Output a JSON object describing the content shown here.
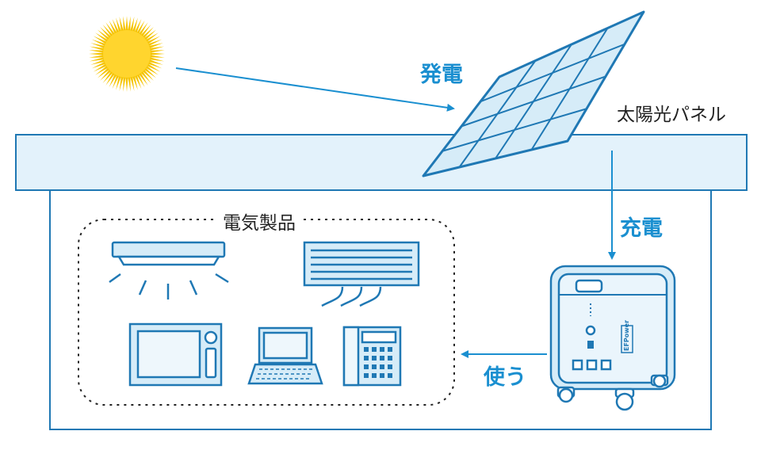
{
  "labels": {
    "generate": "発電",
    "solar_panel": "太陽光パネル",
    "charge": "充電",
    "use": "使う",
    "appliances": "電気製品"
  },
  "brand": "EFPower",
  "colors": {
    "outline": "#1f78b4",
    "fill": "#dceffa",
    "label": "#1a8fd0",
    "sun": "#f5c400"
  },
  "icons": [
    "sun-icon",
    "solar-panel-icon",
    "ceiling-light-icon",
    "air-conditioner-icon",
    "microwave-icon",
    "laptop-icon",
    "telephone-icon",
    "portable-power-station-icon"
  ]
}
